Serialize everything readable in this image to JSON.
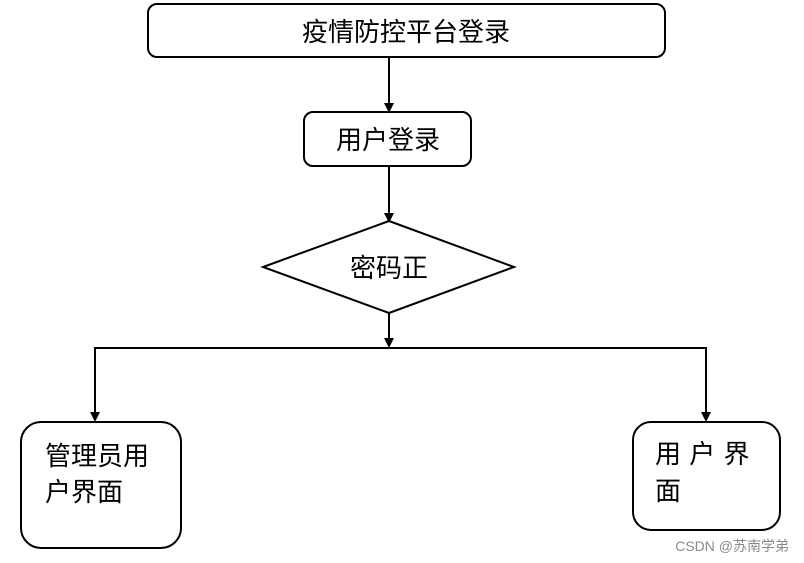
{
  "diagram": {
    "nodes": {
      "login_platform": {
        "label": "疫情防控平台登录"
      },
      "user_login": {
        "label": "用户登录"
      },
      "password_check": {
        "label": "密码正"
      },
      "admin_ui": {
        "label_line1": "管理员用",
        "label_line2": "户界面"
      },
      "user_ui": {
        "label_line1": "用 户 界",
        "label_line2": "面"
      }
    }
  },
  "watermark": {
    "text": "CSDN @苏南学弟"
  },
  "colors": {
    "stroke": "#000000",
    "fill": "#ffffff",
    "watermark": "#8a8a8a"
  }
}
